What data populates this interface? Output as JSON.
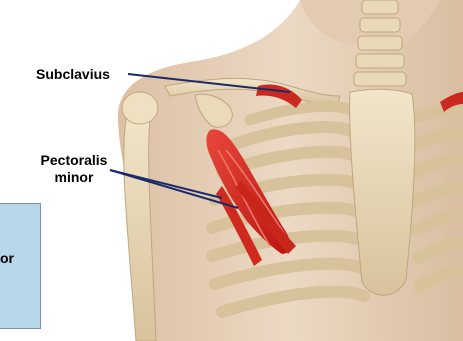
{
  "labels": {
    "subclavius": "Subclavius",
    "pectoralis_line1": "Pectoralis",
    "pectoralis_line2": "minor",
    "side_panel_text": "or"
  },
  "colors": {
    "skin": "#e6cfb6",
    "bone": "#e9d9b8",
    "bone_shadow": "#c9b48d",
    "muscle": "#d8261c",
    "leader_line": "#1b2a6b",
    "side_panel": "#b7d6e9"
  }
}
